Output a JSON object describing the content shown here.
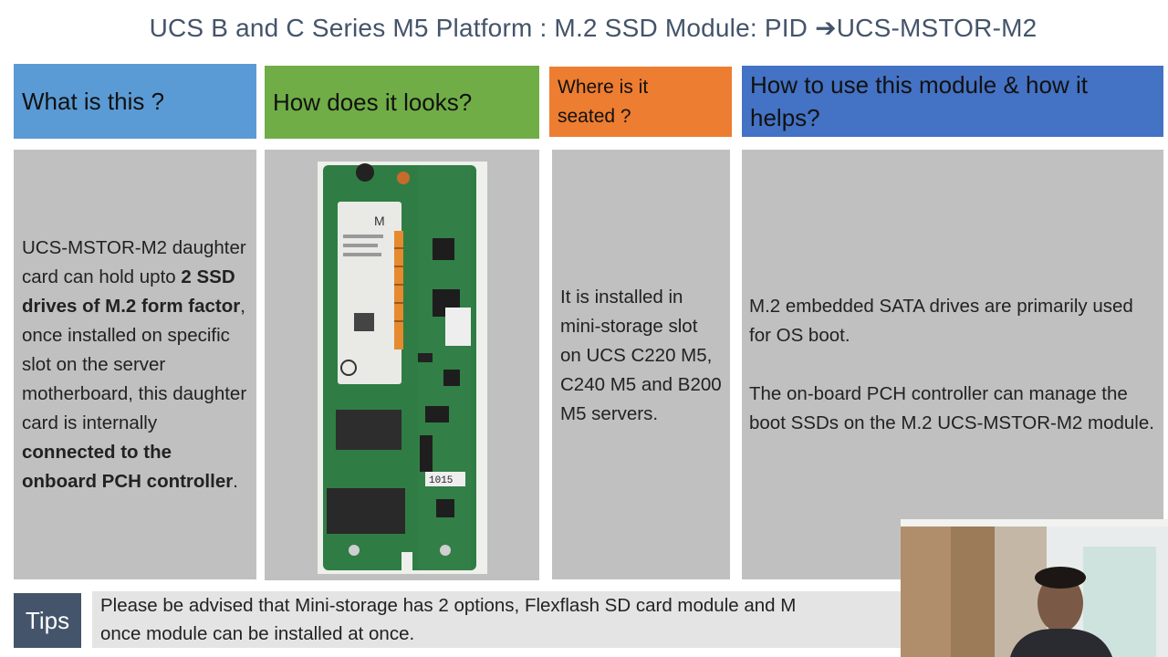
{
  "slide": {
    "title": "UCS B and C Series M5 Platform : M.2 SSD Module: PID ➔UCS-MSTOR-M2"
  },
  "columns": [
    {
      "header": "What is this ?",
      "body": [
        {
          "text": "UCS-MSTOR-M2 daughter card can hold upto ",
          "bold": false
        },
        {
          "text": "2 SSD drives of M.2 form factor",
          "bold": true
        },
        {
          "text": ", once installed on specific slot on the server motherboard, this daughter card is internally ",
          "bold": false
        },
        {
          "text": "connected to the onboard PCH controller",
          "bold": true
        },
        {
          "text": ".",
          "bold": false
        }
      ],
      "color": "#5b9bd5"
    },
    {
      "header": "How does it looks?",
      "color": "#70ad47",
      "image": {
        "icon": "m2-module-photo",
        "label_ocr": "1015"
      }
    },
    {
      "header": "Where is it seated ?",
      "body_text": "It is installed in mini-storage slot on UCS C220 M5, C240 M5 and B200 M5 servers.",
      "color": "#ed7d31"
    },
    {
      "header": "How to use this module & how it helps?",
      "paragraphs": [
        "M.2 embedded SATA drives are primarily used for OS boot.",
        "The on-board PCH controller can manage the boot SSDs on the M.2 UCS-MSTOR-M2 module."
      ],
      "color": "#4472c4"
    }
  ],
  "tips": {
    "label": "Tips",
    "line1": "Please be advised that Mini-storage has 2 options, Flexflash SD card module and M",
    "line2": "once module can be installed at once."
  },
  "webcam": {
    "icon": "presenter-webcam"
  }
}
